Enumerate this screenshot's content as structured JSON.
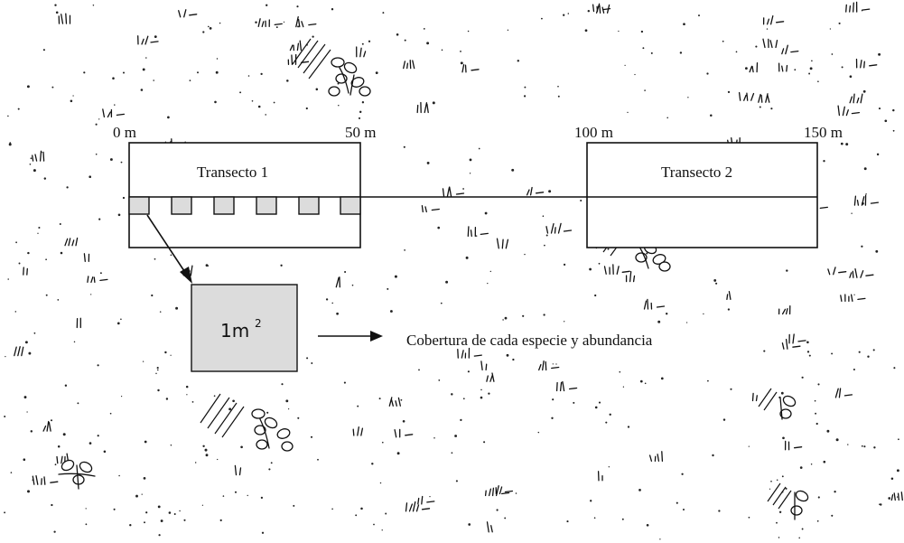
{
  "scale_labels": {
    "m0": "0 m",
    "m50": "50 m",
    "m100": "100 m",
    "m150": "150 m"
  },
  "transects": [
    {
      "label": "Transecto 1"
    },
    {
      "label": "Transecto 2"
    }
  ],
  "quadrat": {
    "label": "1m",
    "superscript": "2"
  },
  "note": "Cobertura de cada especie y abundancia",
  "colors": {
    "ink": "#111111",
    "plot_fill": "#dcdcdc",
    "background": "#ffffff"
  }
}
